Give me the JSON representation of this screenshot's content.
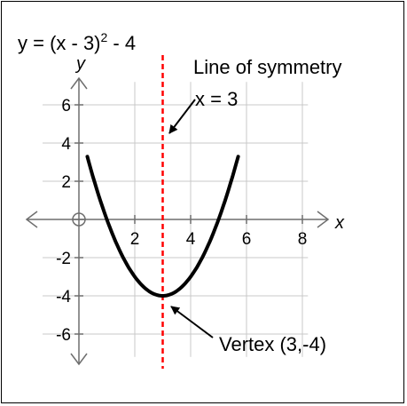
{
  "chart_data": {
    "type": "line",
    "title_prefix": "y = (x - 3)",
    "title_exponent": "2",
    "title_suffix": " - 4",
    "xlabel": "x",
    "ylabel": "y",
    "xlim": [
      -1.3,
      8.2
    ],
    "ylim": [
      -7.2,
      7.2
    ],
    "x_ticks": [
      2,
      4,
      6,
      8
    ],
    "x_tick_labels": [
      "2",
      "4",
      "6",
      "8"
    ],
    "y_ticks": [
      6,
      4,
      2,
      -2,
      -4,
      -6
    ],
    "y_tick_labels": [
      "6",
      "4",
      "2",
      "-2",
      "-4",
      "-6"
    ],
    "grid": true,
    "series": [
      {
        "equation": "y = (x - 3)^2 - 4",
        "x": [
          0.3,
          0.5,
          1,
          1.5,
          2,
          2.5,
          3,
          3.5,
          4,
          4.5,
          5,
          5.5,
          5.7
        ],
        "y": [
          3.29,
          2.25,
          0,
          -1.75,
          -3,
          -3.75,
          -4,
          -3.75,
          -3,
          -1.75,
          0,
          2.25,
          3.29
        ]
      }
    ],
    "symmetry_line": {
      "x": 3,
      "color": "#ff0000",
      "style": "dashed"
    },
    "vertex": {
      "x": 3,
      "y": -4
    },
    "annotations": {
      "symmetry_title": "Line of symmetry",
      "symmetry_equation": "x = 3",
      "vertex_label": "Vertex (3,-4)"
    }
  }
}
